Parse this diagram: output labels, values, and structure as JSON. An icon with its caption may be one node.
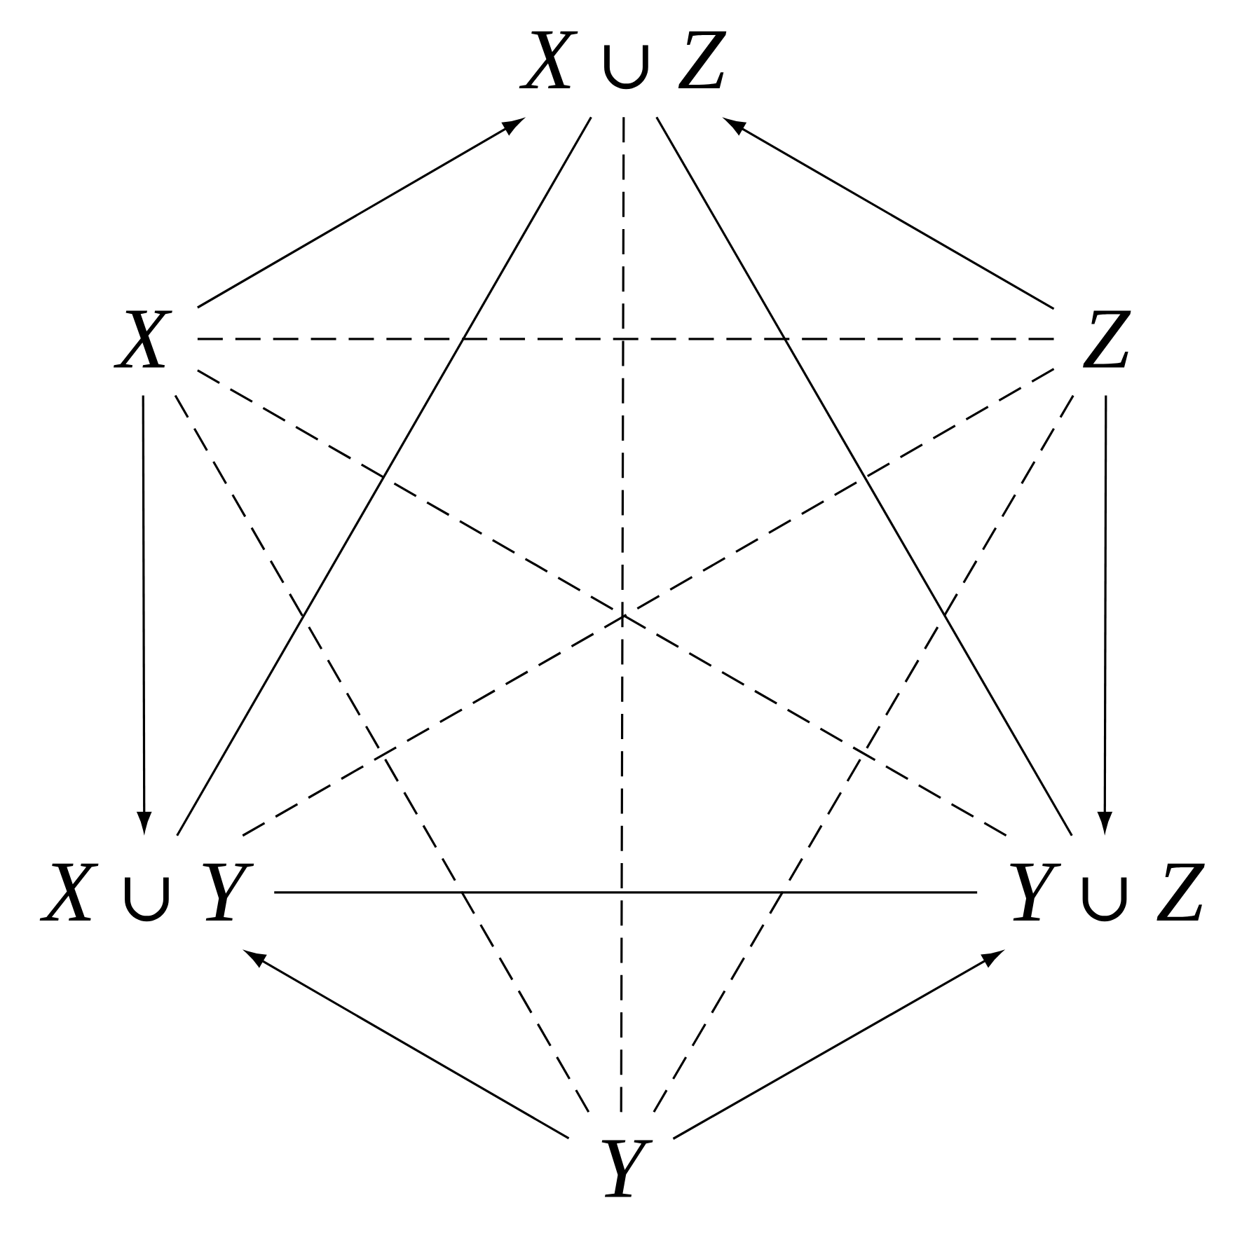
{
  "diagram": {
    "nodes": [
      {
        "text": [
          "X ∪ Z"
        ]
      },
      {
        "text": [
          "X"
        ]
      },
      {
        "text": [
          "Z"
        ]
      },
      {
        "text": [
          "X ∪ Y"
        ]
      },
      {
        "text": [
          "Y ∪ Z"
        ]
      },
      {
        "text": [
          "Y"
        ]
      }
    ],
    "edges": [
      {
        "from": 1,
        "to": 0,
        "arrow": "to"
      },
      {
        "from": 2,
        "to": 0,
        "arrow": "to"
      },
      {
        "from": 0,
        "to": 3,
        "arrow": "none"
      },
      {
        "from": 0,
        "to": 4,
        "arrow": "none"
      },
      {
        "from": 0,
        "to": 5,
        "arrow": "none",
        "style": "dashed"
      },
      {
        "from": 1,
        "to": 2,
        "arrow": "none",
        "style": "dashed"
      },
      {
        "from": 1,
        "to": 3,
        "arrow": "to"
      },
      {
        "from": 1,
        "to": 4,
        "arrow": "none",
        "style": "dashed"
      },
      {
        "from": 1,
        "to": 5,
        "arrow": "none",
        "style": "dashed"
      },
      {
        "from": 2,
        "to": 4,
        "arrow": "to"
      },
      {
        "from": 2,
        "to": 3,
        "arrow": "none",
        "style": "dashed"
      },
      {
        "from": 2,
        "to": 5,
        "arrow": "none",
        "style": "dashed"
      },
      {
        "from": 3,
        "to": 4,
        "arrow": "none"
      },
      {
        "from": 5,
        "to": 3,
        "arrow": "to"
      },
      {
        "from": 5,
        "to": 4,
        "arrow": "to"
      }
    ]
  }
}
